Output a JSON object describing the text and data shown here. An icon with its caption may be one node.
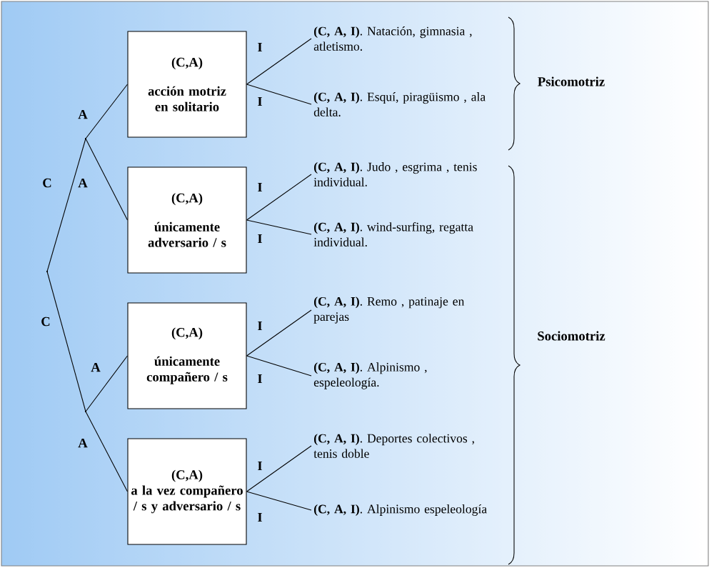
{
  "diagram": {
    "nodes": [
      {
        "text": [],
        "shape": "point"
      },
      {
        "text": [],
        "shape": "point"
      },
      {
        "text": [],
        "shape": "point"
      },
      {
        "text": [
          "(C,A)",
          "acción motriz en solitario"
        ]
      },
      {
        "text": [
          "(C,A)",
          "únicamente adversario / s"
        ]
      },
      {
        "text": [
          "(C,A)",
          "únicamente compañero / s"
        ]
      },
      {
        "text": [
          "(C,A)",
          "a la vez compañero / s y adversario / s"
        ]
      },
      {
        "text": [
          "**(C, A, I)**. Natación, gimnasia , atletismo."
        ]
      },
      {
        "text": [
          "**(C, A, I)**. Esquí, piragüismo , ala delta."
        ]
      },
      {
        "text": [
          "**(C, A, I)**. Judo , esgrima , tenis individual."
        ]
      },
      {
        "text": [
          "**(C, A, I)**. wind-surfing, regatta individual."
        ]
      },
      {
        "text": [
          "**(C, A, I)**. Remo , patinaje en parejas"
        ]
      },
      {
        "text": [
          "**(C, A, I)**. Alpinismo , espeleología."
        ]
      },
      {
        "text": [
          "**(C, A, I)**. Deportes colectivos , tenis doble"
        ]
      },
      {
        "text": [
          "**(C, A, I)**. Alpinismo espeleología"
        ]
      }
    ],
    "edges": [
      {
        "from": 0,
        "to": 1,
        "arrow": "none",
        "label": "C"
      },
      {
        "from": 0,
        "to": 2,
        "arrow": "none",
        "label": "C"
      },
      {
        "from": 1,
        "to": 3,
        "arrow": "none",
        "label": "A"
      },
      {
        "from": 1,
        "to": 4,
        "arrow": "none",
        "label": "A"
      },
      {
        "from": 2,
        "to": 5,
        "arrow": "none",
        "label": "A"
      },
      {
        "from": 2,
        "to": 6,
        "arrow": "none",
        "label": "A"
      },
      {
        "from": 3,
        "to": 7,
        "arrow": "none",
        "label": "I"
      },
      {
        "from": 3,
        "to": 8,
        "arrow": "none",
        "label": "I"
      },
      {
        "from": 4,
        "to": 9,
        "arrow": "none",
        "label": "I"
      },
      {
        "from": 4,
        "to": 10,
        "arrow": "none",
        "label": "I"
      },
      {
        "from": 5,
        "to": 11,
        "arrow": "none",
        "label": "I"
      },
      {
        "from": 5,
        "to": 12,
        "arrow": "none",
        "label": "I"
      },
      {
        "from": 6,
        "to": 13,
        "arrow": "none",
        "label": "I"
      },
      {
        "from": 6,
        "to": 14,
        "arrow": "none",
        "label": "I"
      }
    ],
    "labels": [
      "Psicomotriz",
      "Sociomotriz"
    ]
  }
}
